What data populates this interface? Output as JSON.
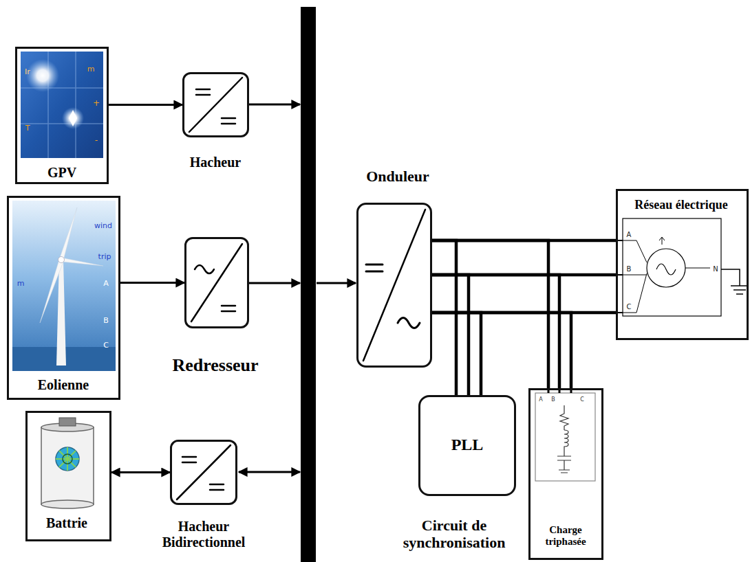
{
  "diagram": {
    "nodes": [
      {
        "text": [
          "GPV"
        ]
      },
      {
        "text": [
          "Hacheur"
        ]
      },
      {
        "text": [
          "Eolienne"
        ]
      },
      {
        "text": [
          "Redresseur"
        ]
      },
      {
        "text": [
          "Battrie"
        ]
      },
      {
        "text": [
          "Hacheur Bidirectionnel"
        ]
      },
      {
        "text": [
          "Onduleur"
        ]
      },
      {
        "text": [
          "Réseau électrique"
        ]
      },
      {
        "text": [
          "PLL",
          "Circuit de synchronisation"
        ]
      },
      {
        "text": [
          "Charge triphasée"
        ]
      }
    ],
    "edges": [
      {
        "from": 0,
        "to": 1,
        "arrow": "to"
      },
      {
        "from": 2,
        "to": 3,
        "arrow": "to"
      },
      {
        "from": 4,
        "to": 5,
        "arrow": "both"
      },
      {
        "from": 6,
        "to": 7,
        "arrow": "none"
      },
      {
        "from": 6,
        "to": 8,
        "arrow": "none"
      },
      {
        "from": 6,
        "to": 9,
        "arrow": "none"
      }
    ],
    "labels": [
      "Ir",
      "m",
      "T",
      "+",
      "-",
      "wind",
      "trip",
      "m",
      "A",
      "B",
      "C",
      "A",
      "B",
      "C",
      "N",
      "A",
      "B",
      "C"
    ]
  }
}
